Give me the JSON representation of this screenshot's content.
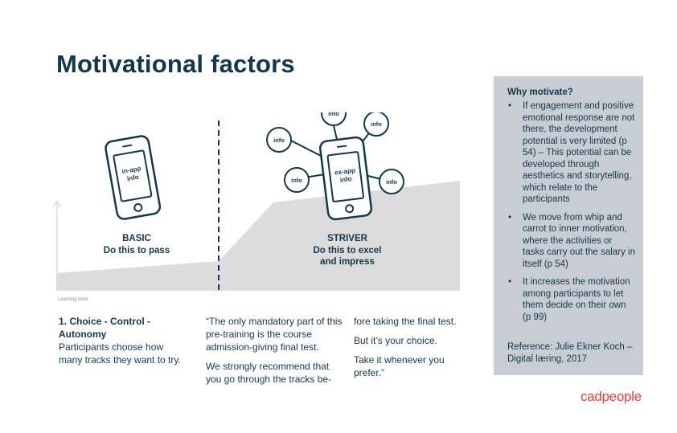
{
  "title": "Motivational factors",
  "diagram": {
    "axis_label": "Learning level",
    "left_phone_text": [
      "in-app",
      "info"
    ],
    "right_phone_text": [
      "ex-app",
      "info"
    ],
    "bubbles": [
      "info",
      "info",
      "info",
      "info",
      "info"
    ],
    "basic": {
      "title": "BASIC",
      "subtitle": "Do this to pass"
    },
    "striver": {
      "title": "STRIVER",
      "subtitle_1": "Do this to excel",
      "subtitle_2": "and impress"
    }
  },
  "columns": {
    "col1_heading_1": "1. Choice - Control -",
    "col1_heading_2": "Autonomy",
    "col1_body": "Participants choose how many tracks they want to try.",
    "col2_p1": "“The only mandatory part of this pre-training is the course admission-giving final test.",
    "col2_p2": "We strongly recommend that you go through the tracks be-",
    "col3_p1": "fore taking the final test.",
    "col3_p2": "But it’s your choice.",
    "col3_p3": "Take it whenever you prefer.”"
  },
  "sidebar": {
    "title": "Why motivate?",
    "items": [
      "If engagement and positive emotional response are not there, the development potential is very limited (p 54) – This potential can be developed through aesthetics and storytelling, which relate to the participants",
      "We move from whip and carrot to inner motivation, where the activities or tasks carry out the salary in itself (p 54)",
      "It increases the motivation among participants to let them decide on their own (p 99)"
    ],
    "reference": "Reference: Julie Ekner Koch – Digital læring, 2017"
  },
  "logo": "cadpeople",
  "colors": {
    "navy": "#13384b",
    "grey_area": "#dcdcdc",
    "sidebar_bg": "#c8ccd3",
    "brand_red": "#e0443c"
  }
}
